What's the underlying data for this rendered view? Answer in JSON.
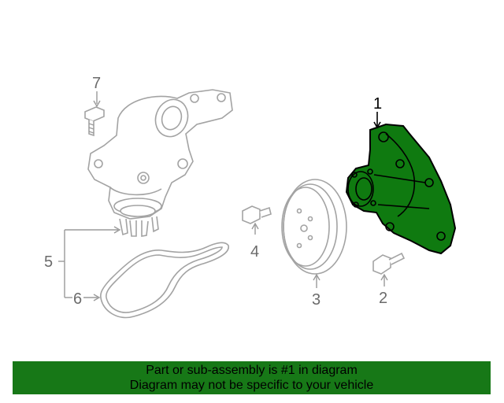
{
  "diagram": {
    "callouts": {
      "c1": "1",
      "c2": "2",
      "c3": "3",
      "c4": "4",
      "c5": "5",
      "c6": "6",
      "c7": "7"
    },
    "highlighted_part": "1"
  },
  "banner": {
    "line1": "Part or sub-assembly is #1 in diagram",
    "line2": "Diagram may not be specific to your vehicle"
  },
  "colors": {
    "highlight_fill": "#0f7a10",
    "banner_background": "#177817",
    "line_art": "#a3a3a3"
  }
}
